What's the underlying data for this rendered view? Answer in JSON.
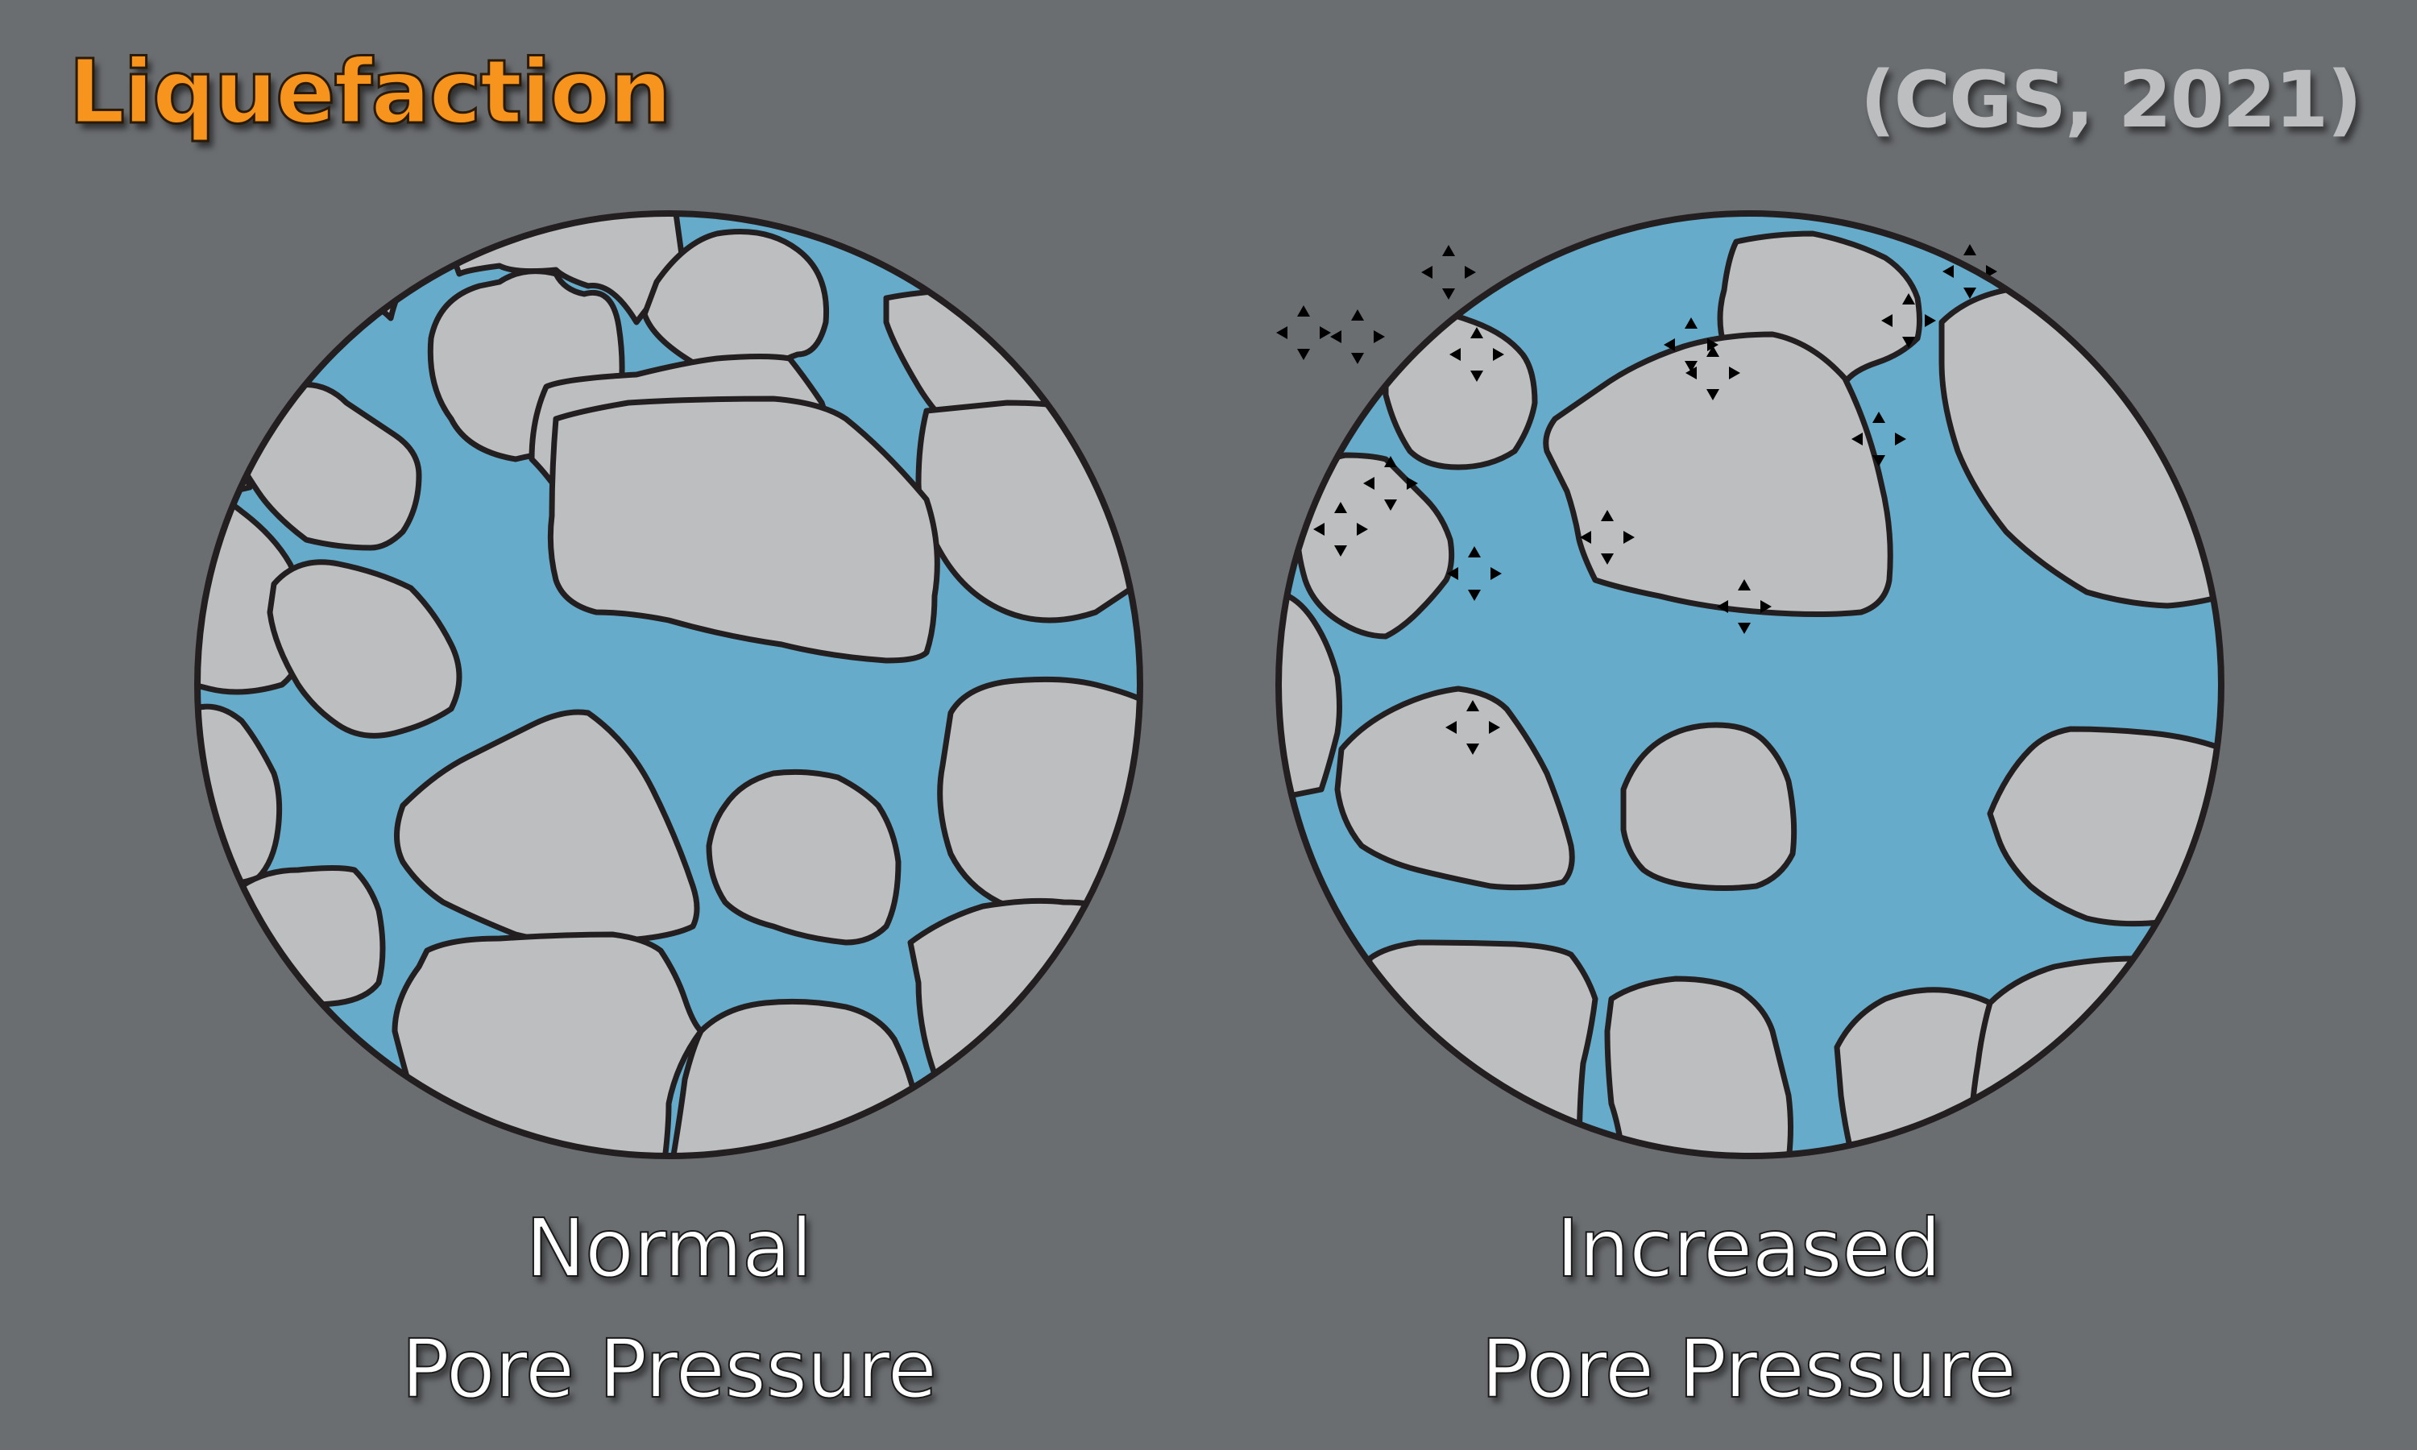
{
  "header": {
    "title": "Liquefaction",
    "credit": "(CGS, 2021)"
  },
  "panels": [
    {
      "id": "normal",
      "caption_line1": "Normal",
      "caption_line2": "Pore Pressure",
      "pressure_arrows": 0
    },
    {
      "id": "increased",
      "caption_line1": "Increased",
      "caption_line2": "Pore Pressure",
      "pressure_arrows": 16
    }
  ],
  "legend_semantics": {
    "grain": "soil-grain",
    "water": "pore-water",
    "arrow": "pressure-arrow-icon"
  },
  "colors": {
    "background": "#6b6e71",
    "title": "#f7941d",
    "credit": "#bcbec0",
    "grain": "#bcbec0",
    "pore_water": "#66acca",
    "outline": "#231f20",
    "caption": "#ffffff"
  }
}
